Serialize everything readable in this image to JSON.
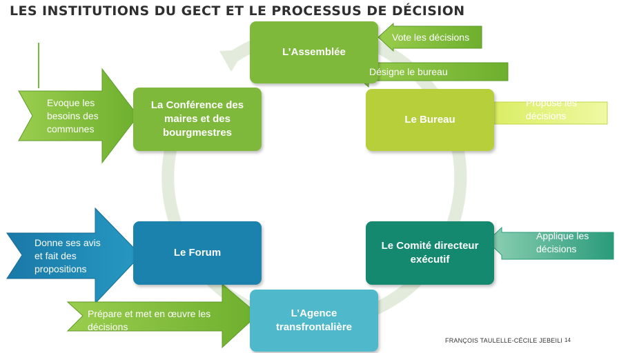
{
  "title": "LES INSTITUTIONS DU GECT  ET LE PROCESSUS DE DÉCISION",
  "nodes": {
    "assemblee": "L’Assemblée",
    "bureau": "Le Bureau",
    "conference": "La Conférence des maires et des bourgmestres",
    "forum": "Le Forum",
    "comite": "Le Comité directeur exécutif",
    "agence": "L’Agence transfrontalière"
  },
  "arrows": {
    "vote": "Vote les décisions",
    "designe": "Désigne le bureau",
    "propose": "Propose les\ndécisions",
    "evoque": "Evoque les\nbesoins des\ncommunes",
    "donne": "Donne ses avis\net fait des\npropositions",
    "applique": "Applique les\ndécisions",
    "prepare": "Prépare et met en œuvre les\ndécisions"
  },
  "footer": "FRANÇOIS TAULELLE-CÉCILE JEBEILI",
  "page_number": "14",
  "colors": {
    "green": "#7ab83a",
    "lime": "#b5cf3c",
    "blue": "#1c83ae",
    "teal": "#148a70",
    "cyan": "#4eb9cc",
    "cycle": "#e3ecdc"
  }
}
